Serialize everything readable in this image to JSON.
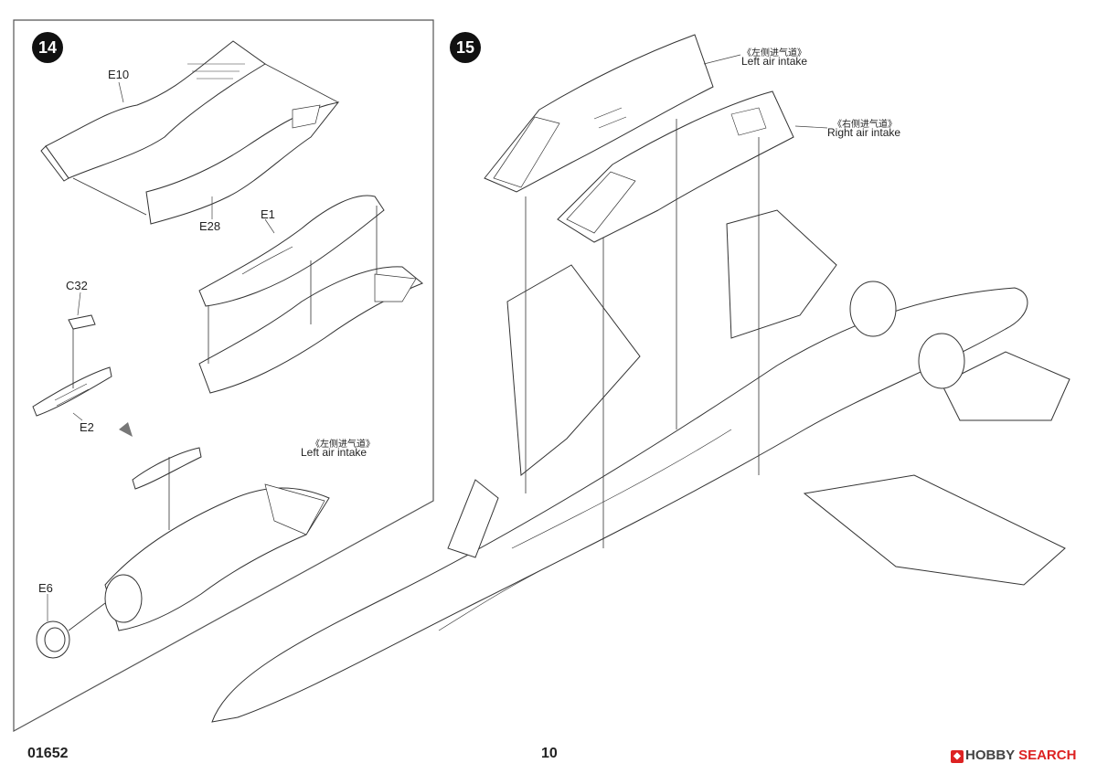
{
  "steps": {
    "step14": {
      "number": "14",
      "parts": {
        "e10": "E10",
        "e28": "E28",
        "e1": "E1",
        "c32": "C32",
        "e2": "E2",
        "e6": "E6"
      },
      "callout_cn": "《左侧进气道》",
      "callout_en": "Left air intake"
    },
    "step15": {
      "number": "15",
      "left_cn": "《左侧进气道》",
      "left_en": "Left air intake",
      "right_cn": "《右侧进气道》",
      "right_en": "Right air intake"
    }
  },
  "footer": {
    "product_code": "01652",
    "page_number": "10"
  },
  "watermark": {
    "text_gray": "HOBBY",
    "text_red": "SEARCH",
    "logo": "hobbysearch-logo"
  },
  "colors": {
    "ink": "#222222",
    "frame": "#555555",
    "watermark_red": "#d22222"
  }
}
